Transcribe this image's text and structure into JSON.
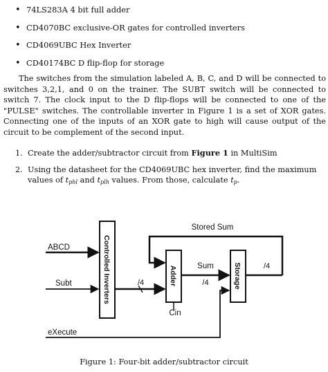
{
  "components": [
    "74LS283A 4 bit full adder",
    "CD4070BC exclusive-OR gates for controlled inverters",
    "CD4069UBC Hex Inverter",
    "CD40174BC D flip-flop for storage"
  ],
  "paragraph": "The switches from the simulation labeled A, B, C, and D will be connected to switches 3,2,1, and 0 on the trainer. The SUBT switch will be connected to switch 7. The clock input to the D flip-flops will be connected to one of the \"PULSE\" switches. The controllable inverter in Figure 1 is a set of XOR gates. Connecting one of the inputs of an XOR gate to high will cause output of the circuit to be complement of the second input.",
  "steps": {
    "s1": {
      "num": "1.",
      "pre": "Create the adder/subtractor circuit from",
      "bold": "Figure 1",
      "post": "in MultiSim"
    },
    "s2": {
      "num": "2.",
      "a": "Using the datasheet for the CD4069UBC hex inverter, find the maximum values of",
      "t": "t",
      "phl": "phl",
      "and": "and",
      "plh": "plh",
      "b": "values. From those, calculate",
      "p": "p",
      "end": "."
    }
  },
  "diagram": {
    "stored_sum": "Stored Sum",
    "abcd": "ABCD",
    "subt": "Subt",
    "execute": "eXecute",
    "controlled_inverters": "Controlled Inverters",
    "adder": "Adder",
    "storage": "Storage",
    "sum": "Sum",
    "cin": "Cin",
    "bus_width": "/4"
  },
  "caption": "Figure 1: Four-bit adder/subtractor circuit"
}
